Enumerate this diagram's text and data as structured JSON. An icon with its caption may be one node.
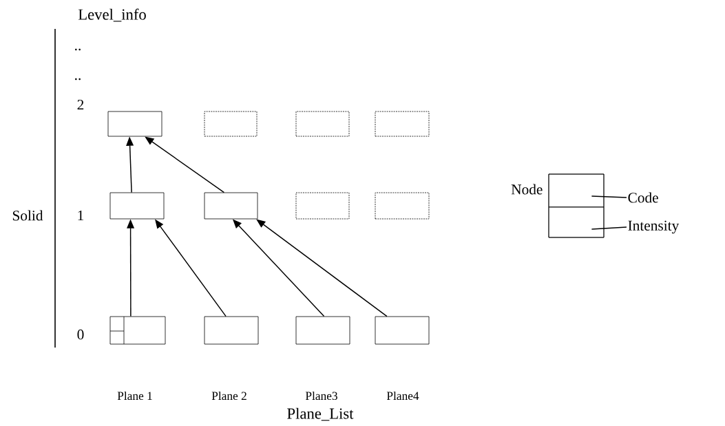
{
  "diagram": {
    "nodes": [
      {
        "text": [],
        "shape": "box"
      },
      {
        "text": [],
        "shape": "box"
      },
      {
        "text": [],
        "shape": "box"
      },
      {
        "text": [],
        "shape": "box"
      },
      {
        "text": [],
        "shape": "box"
      },
      {
        "text": [],
        "shape": "box"
      },
      {
        "text": [],
        "shape": "box"
      },
      {
        "text": [],
        "shape": "box"
      },
      {
        "text": [
          "Node"
        ]
      },
      {
        "text": [],
        "shape": "box",
        "in": 8
      },
      {
        "text": [],
        "shape": "box",
        "in": 8
      },
      {
        "text": [
          "Code"
        ]
      },
      {
        "text": [
          "Intensity"
        ]
      },
      {
        "text": [],
        "shape": "box"
      },
      {
        "text": [],
        "shape": "box"
      },
      {
        "text": [],
        "shape": "box"
      },
      {
        "text": [],
        "shape": "box"
      }
    ],
    "edges": [
      {
        "from": 4,
        "to": 0,
        "arrow": "to"
      },
      {
        "from": 5,
        "to": 0,
        "arrow": "to"
      },
      {
        "from": 13,
        "to": 4,
        "arrow": "to"
      },
      {
        "from": 14,
        "to": 4,
        "arrow": "to"
      },
      {
        "from": 15,
        "to": 5,
        "arrow": "to"
      },
      {
        "from": 16,
        "to": 5,
        "arrow": "to"
      },
      {
        "from": 11,
        "to": 9,
        "arrow": "none"
      },
      {
        "from": 12,
        "to": 10,
        "arrow": "none"
      }
    ],
    "labels": [
      "Level_info",
      "..",
      "..",
      "2",
      "Solid",
      "1",
      "0",
      "Plane 1",
      "Plane 2",
      "Plane3",
      "Plane4",
      "Plane_List"
    ]
  }
}
